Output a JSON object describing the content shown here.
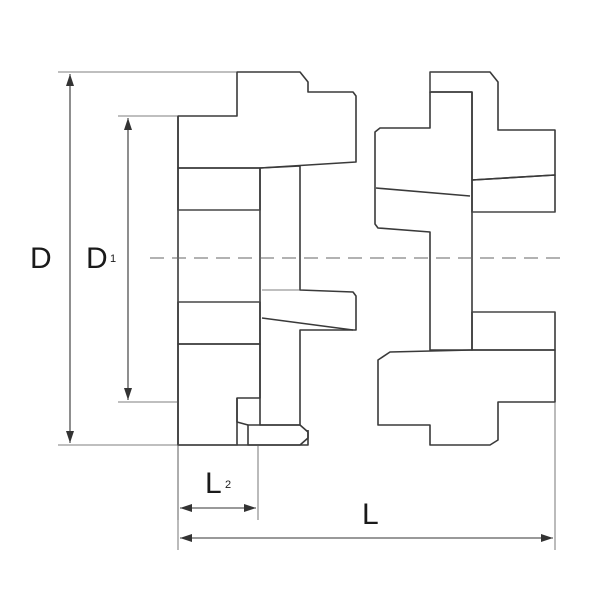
{
  "labels": {
    "d": "D",
    "d1_main": "D",
    "d1_sub": "1",
    "l2_main": "L",
    "l2_sub": "2",
    "l": "L"
  },
  "colors": {
    "line": "#3a3a3a",
    "hatch": "#555555",
    "text": "#1a1a1a"
  }
}
